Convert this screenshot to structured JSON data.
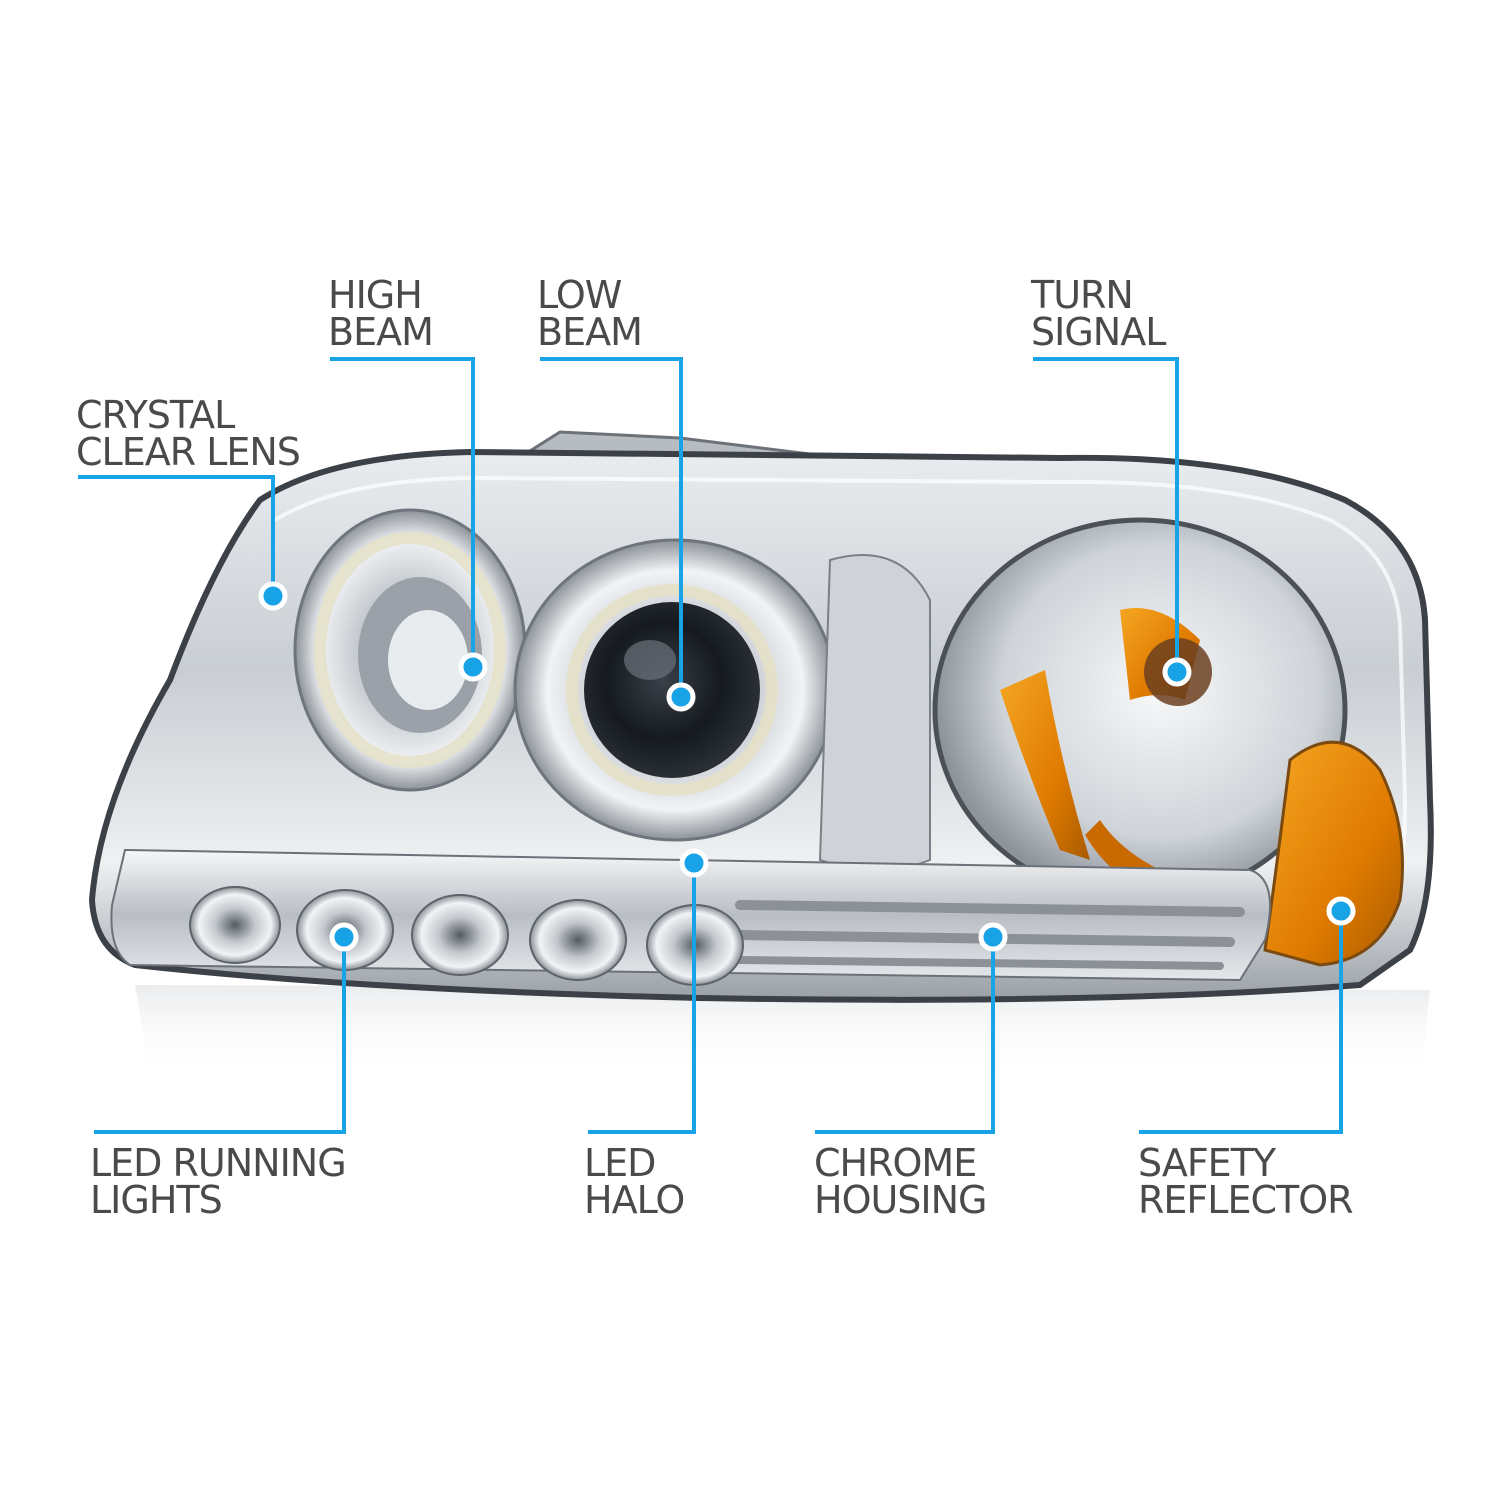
{
  "accent_color": "#17a3e6",
  "text_color": "#4a4a4a",
  "product": "chrome-projector-headlight-with-halo",
  "callouts": {
    "crystal_clear_lens": {
      "line1": "CRYSTAL",
      "line2": "CLEAR LENS"
    },
    "high_beam": {
      "line1": "HIGH",
      "line2": "BEAM"
    },
    "low_beam": {
      "line1": "LOW",
      "line2": "BEAM"
    },
    "turn_signal": {
      "line1": "TURN",
      "line2": "SIGNAL"
    },
    "led_running_lights": {
      "line1": "LED RUNNING",
      "line2": "LIGHTS"
    },
    "led_halo": {
      "line1": "LED",
      "line2": "HALO"
    },
    "chrome_housing": {
      "line1": "CHROME",
      "line2": "HOUSING"
    },
    "safety_reflector": {
      "line1": "SAFETY",
      "line2": "REFLECTOR"
    }
  }
}
